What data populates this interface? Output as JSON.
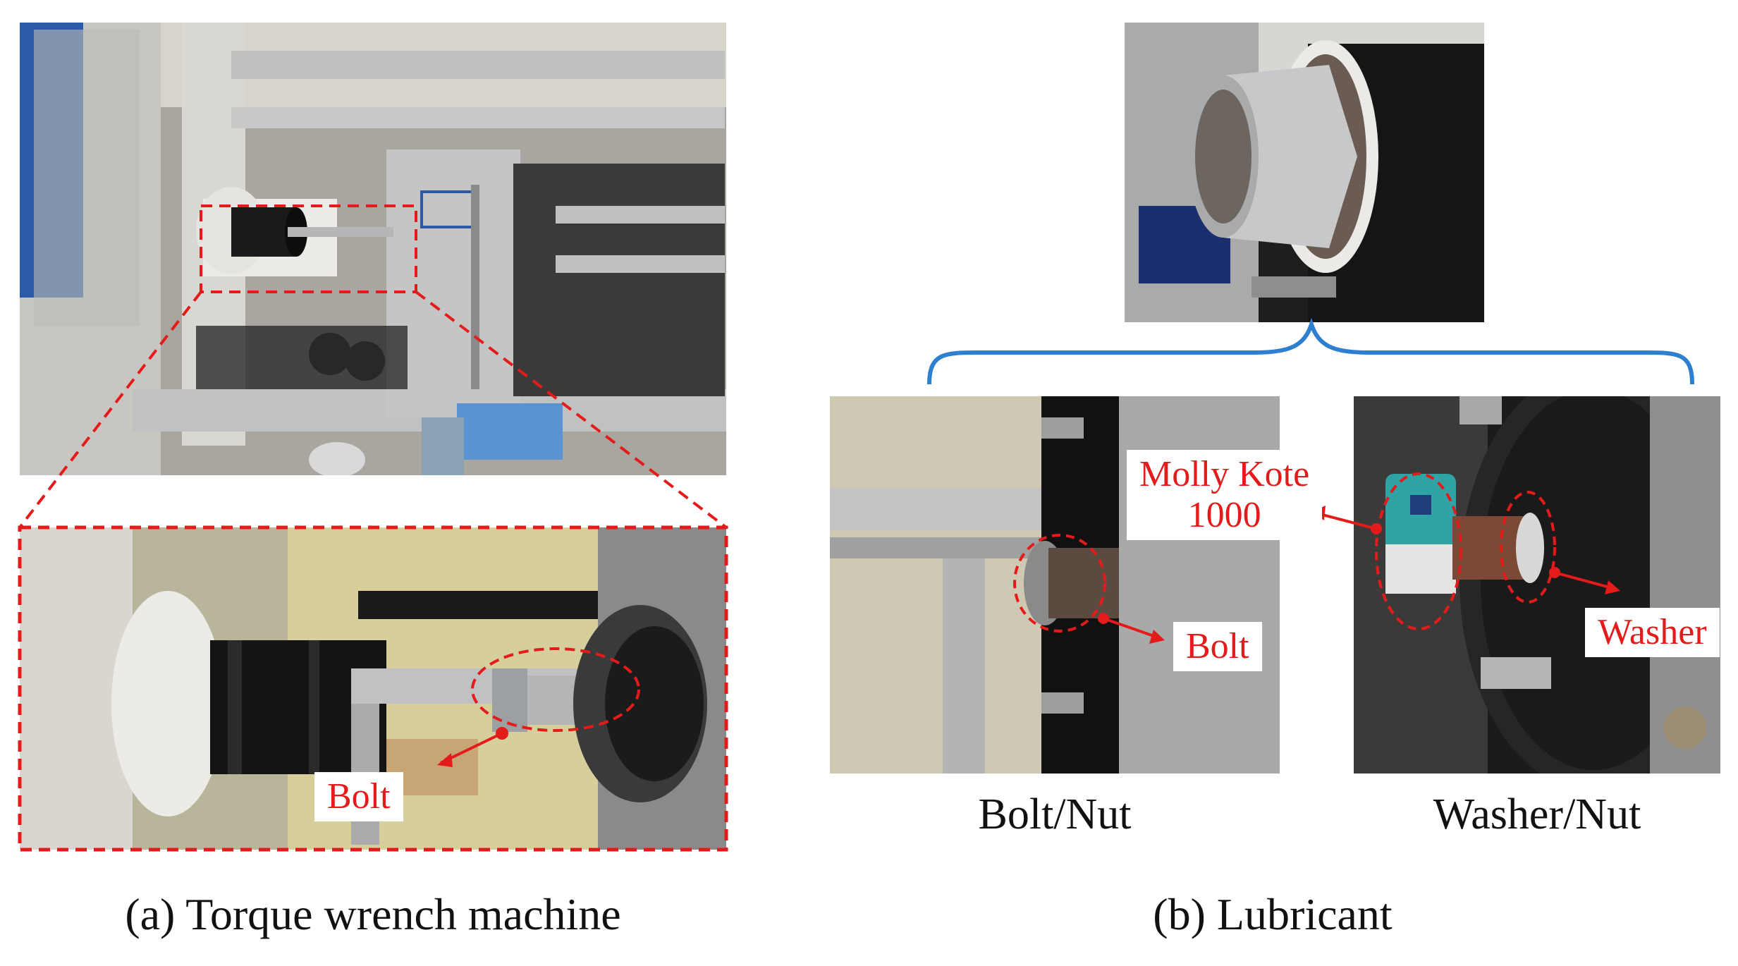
{
  "figure": {
    "panel_a": {
      "caption": "(a) Torque wrench machine",
      "callout_label": "Bolt"
    },
    "panel_b": {
      "caption": "(b) Lubricant",
      "left_photo_label": "Bolt/Nut",
      "right_photo_label": "Washer/Nut",
      "bolt_label": "Bolt",
      "lubricant_label": "Molly Kote\n1000",
      "washer_label": "Washer"
    }
  },
  "colors": {
    "callout_red": "#e41b1b",
    "brace_blue": "#2f7fd0",
    "metal_light": "#c9cbcc",
    "metal_dark": "#2a2a2a"
  }
}
